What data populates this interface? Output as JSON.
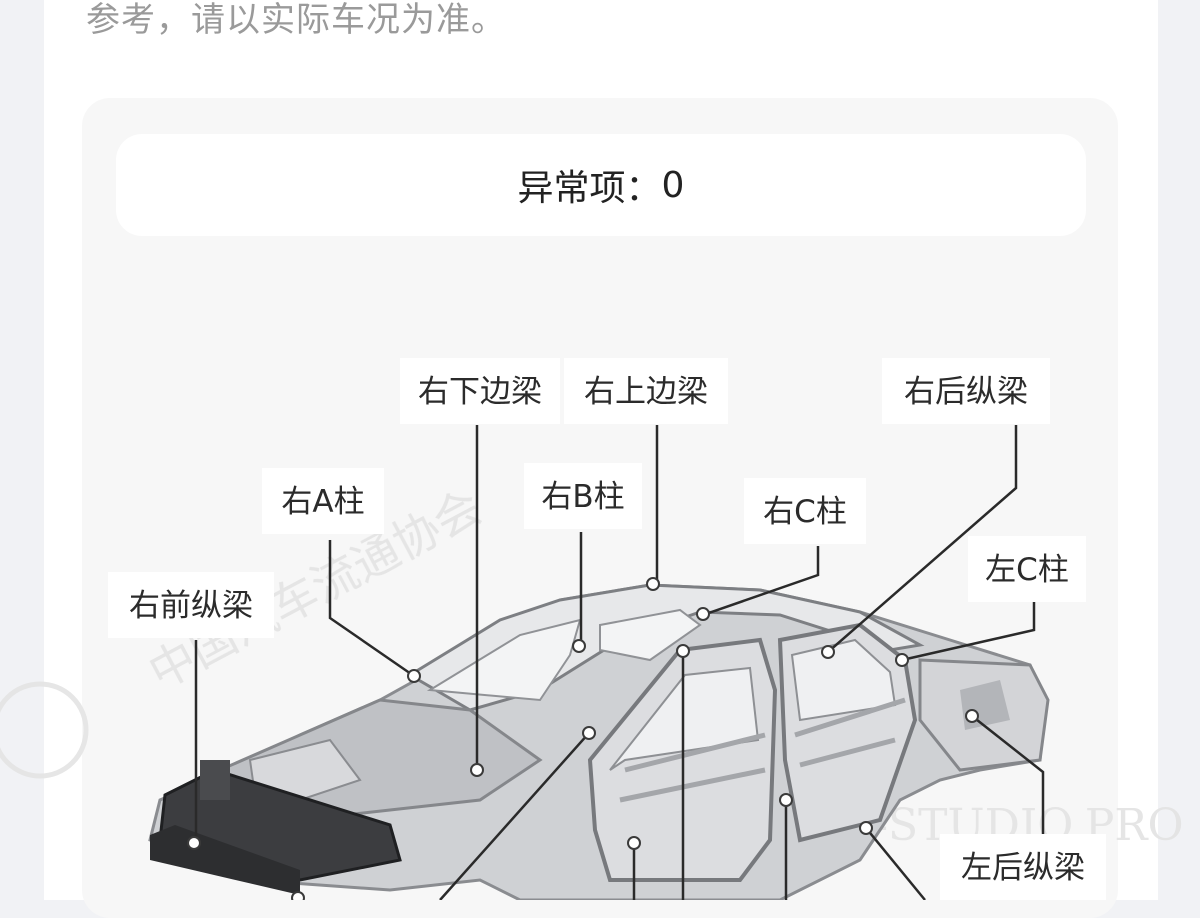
{
  "disclaimer_text": "参考，请以实际车况为准。",
  "abnormal": {
    "label": "异常项：",
    "count": "0"
  },
  "diagram": {
    "labels": {
      "right_lower_sill": "右下边梁",
      "right_upper_rail": "右上边梁",
      "right_rear_rail": "右后纵梁",
      "right_a_pillar": "右A柱",
      "right_b_pillar": "右B柱",
      "right_c_pillar": "右C柱",
      "left_c_pillar": "左C柱",
      "right_front_rail": "右前纵梁",
      "left_rear_rail": "左后纵梁"
    },
    "watermark_text": "B-STUDIO.PRO"
  },
  "colors": {
    "page_background": "#f1f2f5",
    "card": "#ffffff",
    "panel": "#f7f7f7",
    "note_text": "#9a9a9a",
    "leader_line": "#2a2a2a"
  },
  "icons": [
    "point-marker-icon",
    "car-body-frame-icon"
  ]
}
